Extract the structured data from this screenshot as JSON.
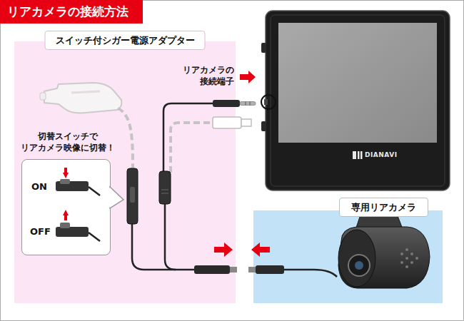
{
  "diagram": {
    "title": "リアカメラの接続方法",
    "nodes": [
      {
        "text": [
          "スイッチ付シガー電源アダプター"
        ]
      },
      {
        "text": [
          "ON",
          "OFF"
        ],
        "in": 0
      },
      {
        "text": [
          "専用リアカメラ"
        ]
      }
    ],
    "labels": [
      "リアカメラの 接続端子",
      "切替スイッチで リアカメラ映像に切替！",
      "DIANAVI"
    ]
  }
}
